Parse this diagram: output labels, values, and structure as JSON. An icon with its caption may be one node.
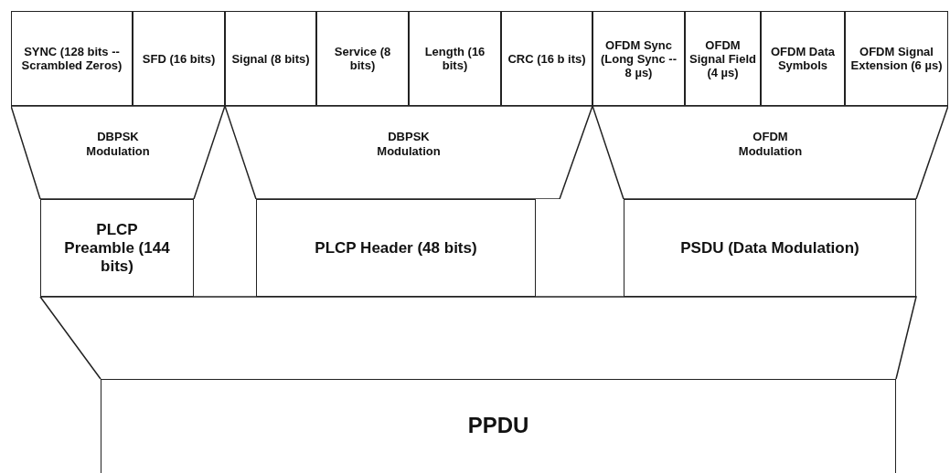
{
  "diagram": {
    "nodes": [
      {
        "text": [
          "SYNC (128 bits -- Scrambled Zeros)"
        ]
      },
      {
        "text": [
          "SFD (16 bits)"
        ]
      },
      {
        "text": [
          "Signal (8 bits)"
        ]
      },
      {
        "text": [
          "Service (8 bits)"
        ]
      },
      {
        "text": [
          "Length (16 bits)"
        ]
      },
      {
        "text": [
          "CRC (16 b its)"
        ]
      },
      {
        "text": [
          "OFDM Sync (Long Sync -- 8 µs)"
        ]
      },
      {
        "text": [
          "OFDM Signal Field (4 µs)"
        ]
      },
      {
        "text": [
          "OFDM Data Symbols"
        ]
      },
      {
        "text": [
          "OFDM Signal Extension (6 µs)"
        ]
      },
      {
        "text": [
          "DBPSK Modulation"
        ]
      },
      {
        "text": [
          "DBPSK Modulation"
        ]
      },
      {
        "text": [
          "OFDM Modulation"
        ]
      },
      {
        "text": [
          "PLCP Preamble (144 bits)"
        ]
      },
      {
        "text": [
          "PLCP Header (48 bits)"
        ]
      },
      {
        "text": [
          "PSDU (Data Modulation)"
        ]
      },
      {
        "text": [
          "PPDU"
        ]
      }
    ],
    "edges": []
  }
}
